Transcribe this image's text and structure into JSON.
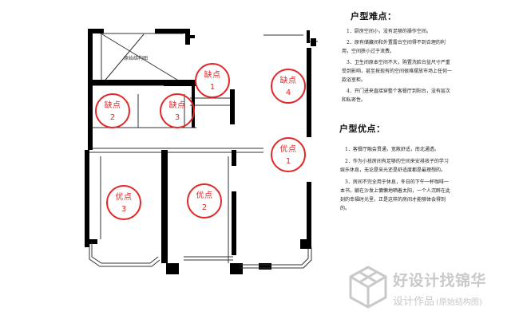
{
  "floor_plan": {
    "room_label": "原始结构图",
    "markers": [
      {
        "id": "d1",
        "title": "缺点",
        "number": "1",
        "kind": "disadvantage"
      },
      {
        "id": "d2",
        "title": "缺点",
        "number": "2",
        "kind": "disadvantage"
      },
      {
        "id": "d3",
        "title": "缺点",
        "number": "3",
        "kind": "disadvantage"
      },
      {
        "id": "d4",
        "title": "缺点",
        "number": "4",
        "kind": "disadvantage"
      },
      {
        "id": "a1",
        "title": "优点",
        "number": "1",
        "kind": "advantage"
      },
      {
        "id": "a2",
        "title": "优点",
        "number": "2",
        "kind": "advantage"
      },
      {
        "id": "a3",
        "title": "优点",
        "number": "3",
        "kind": "advantage"
      }
    ],
    "marker_color": "#e02828",
    "wall_color": "#000000"
  },
  "notes": {
    "disadvantages_heading": "户型难点：",
    "disadvantages": [
      "1．厨房空间小，没有足够的操作空间。",
      "2．原有储藏间和外置露台空间得不到合理的利用，空间狭小过于浪费。",
      "3．卫生间原本空间不大，购置洗脸台盆尺寸严重受到影响，甚至按现有的空间很难摆放市场上任何一款浴室柜。",
      "4．开门进来直接穿整个客餐厅到阳台，没有层次和私密性。"
    ],
    "advantages_heading": "户型优点：",
    "advantages": [
      "1．客餐厅融会贯通，宽敞舒适，南北通透。",
      "2．作为小孩房间有足够的空间来安排孩子的学习娱乐休息，无论是采光还是舒适度都是最理想的。",
      "3．房间不完全用于休息，冬日的下午一杯咖啡一本书，躺在沙发上慵懒地晒着太阳，一个人沉醉在此刻的幸福时光里，正是这样的房间才能够体会得到的。"
    ]
  },
  "brand": {
    "name": "好设计找锦华",
    "tagline": "设计作品",
    "tagline_sub": "(原始结构图)",
    "logo_icon": "hexagon-cube-icon",
    "logo_color": "#c9c9c9"
  }
}
